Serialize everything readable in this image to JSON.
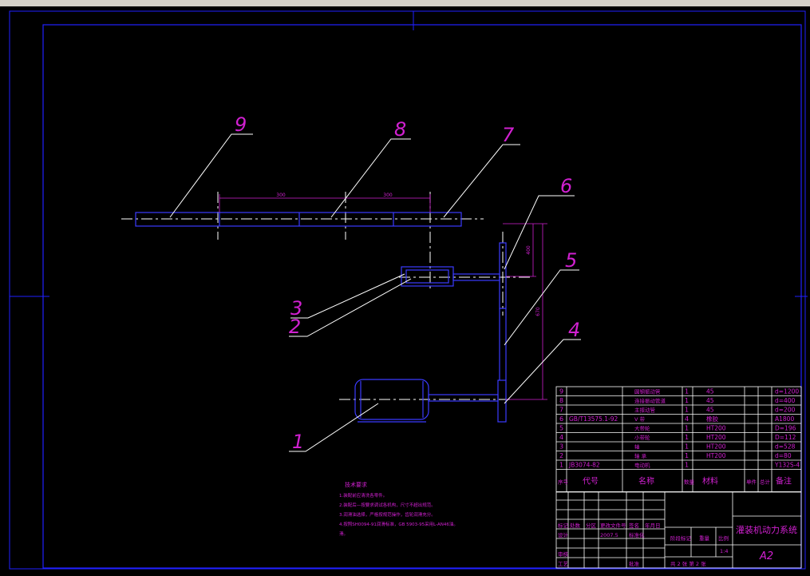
{
  "colors": {
    "background": "#000000",
    "frame": "#2020ff",
    "drawing": "#3b3bff",
    "leader": "#ffffff",
    "centerline": "#ffffff",
    "dimension": "#d020d0",
    "table_text": "#d020d0",
    "balloon": "#d020d0"
  },
  "balloons": [
    "1",
    "2",
    "3",
    "4",
    "5",
    "6",
    "7",
    "8",
    "9"
  ],
  "dimensions": {
    "shaft_left": "300",
    "shaft_right": "300",
    "vertical_small": "400",
    "vertical_large": "670"
  },
  "tech_notes": {
    "title": "技术要求",
    "lines": [
      "1.装配前应清洗各零件。",
      "2.装配后—按要求调试各机构，尺寸不超出规范。",
      "3.润滑油选择，严格按规范操作，齿轮润滑充分。",
      "4.按照SH0094-91润滑标准，GB 5903-95采用L-AN46油。",
      "滑。"
    ]
  },
  "parts_list": {
    "headers": [
      "序号",
      "代号",
      "名称",
      "数量",
      "材料",
      "单件",
      "总计",
      "备注"
    ],
    "rows": [
      {
        "no": "9",
        "code": "",
        "name": "圆钢振动管",
        "qty": "1",
        "material": "45",
        "remark": "d=1200"
      },
      {
        "no": "8",
        "code": "",
        "name": "连接振动管道",
        "qty": "1",
        "material": "45",
        "remark": "d=400"
      },
      {
        "no": "7",
        "code": "",
        "name": "主振动管",
        "qty": "1",
        "material": "45",
        "remark": "d=200"
      },
      {
        "no": "6",
        "code": "GB/T13575.1-92",
        "name": "V 带",
        "qty": "4",
        "material": "橡胶",
        "remark": "A1800"
      },
      {
        "no": "5",
        "code": "",
        "name": "大带轮",
        "qty": "1",
        "material": "HT200",
        "remark": "D=196"
      },
      {
        "no": "4",
        "code": "",
        "name": "小带轮",
        "qty": "1",
        "material": "HT200",
        "remark": "D=112"
      },
      {
        "no": "3",
        "code": "",
        "name": "轴",
        "qty": "1",
        "material": "HT200",
        "remark": "d=528"
      },
      {
        "no": "2",
        "code": "",
        "name": "轴 承",
        "qty": "1",
        "material": "HT200",
        "remark": "d=80"
      },
      {
        "no": "1",
        "code": "JB3074-82",
        "name": "电动机",
        "qty": "1",
        "material": "",
        "remark": "Y132S-4"
      }
    ]
  },
  "title_block": {
    "title": "灌装机动力系统",
    "sheet_size": "A2",
    "scale_label": "比例",
    "scale_value": "1:4",
    "weight_label": "重量",
    "stage_label": "阶段标记",
    "sheets": "共 2 张   第 2 张",
    "date": "2007.5",
    "roles": [
      "标记",
      "处数",
      "分区",
      "更改文件号",
      "签名",
      "年月日"
    ],
    "people": [
      "设计",
      "审核",
      "工艺"
    ],
    "standardize": "标准化",
    "approve": "批准"
  }
}
